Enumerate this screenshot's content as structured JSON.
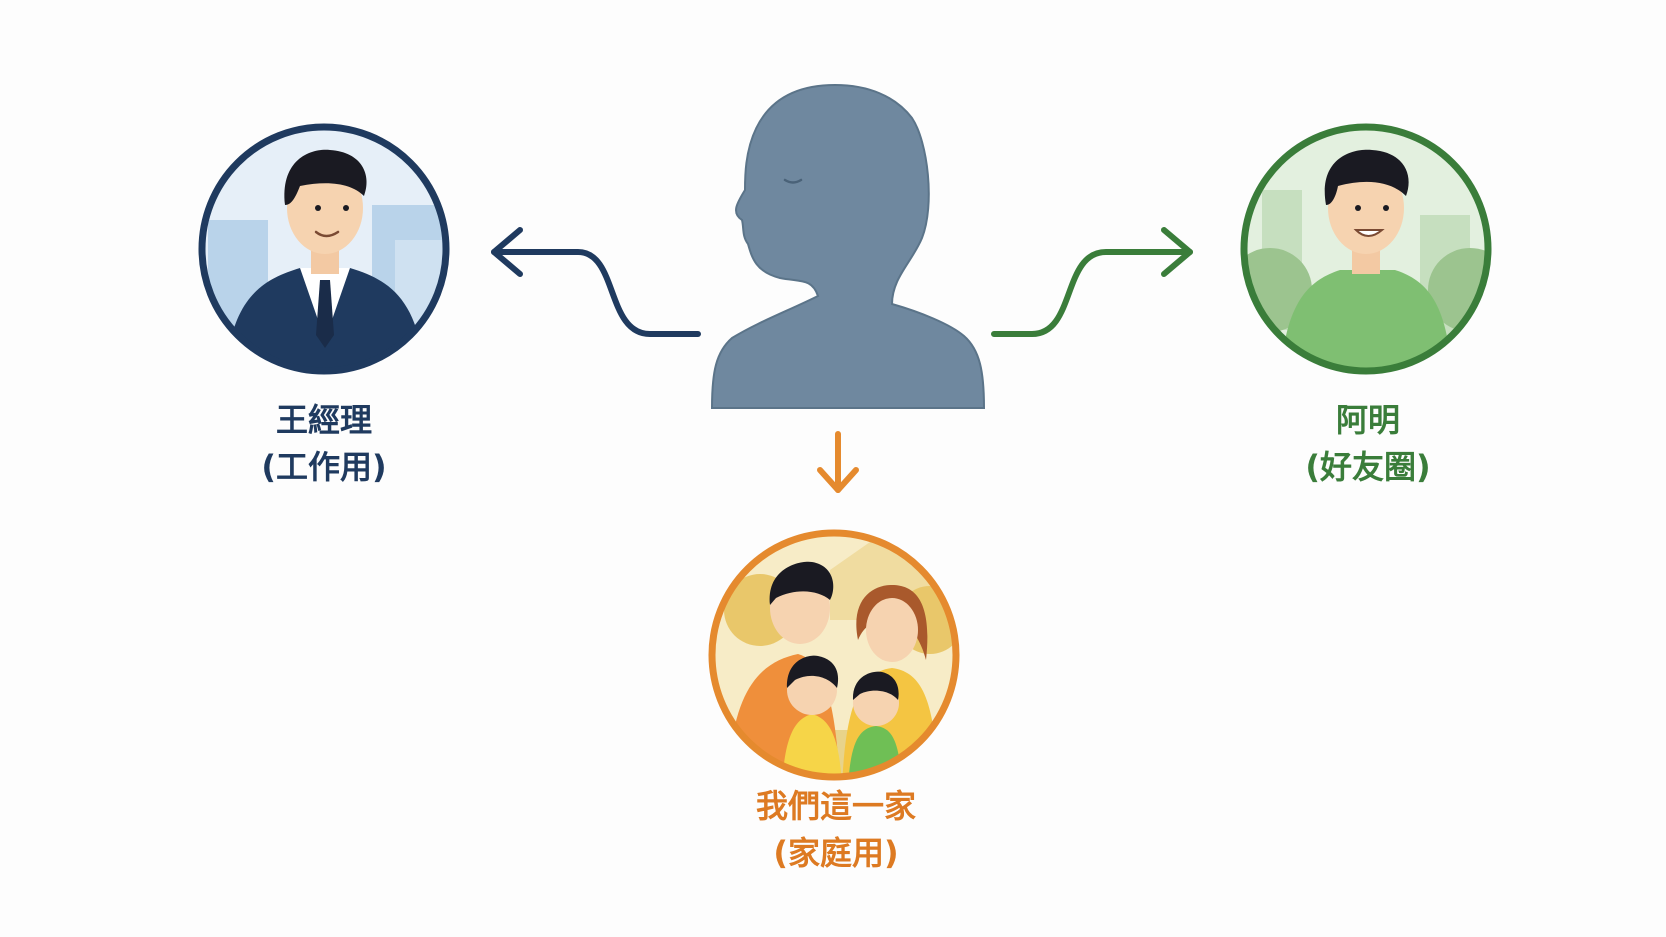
{
  "center": {
    "icon": "person-silhouette-icon"
  },
  "identities": [
    {
      "key": "work",
      "name": "王經理",
      "context": "(工作用)",
      "color": "#1f3a5f",
      "icon": "businessman-avatar-icon"
    },
    {
      "key": "friends",
      "name": "阿明",
      "context": "(好友圈)",
      "color": "#3a7d3a",
      "icon": "casual-man-avatar-icon"
    },
    {
      "key": "family",
      "name": "我們這一家",
      "context": "(家庭用)",
      "color": "#e58a2e",
      "icon": "family-avatar-icon"
    }
  ],
  "colors": {
    "silhouette": "#6f889f",
    "background": "#fdfdfd"
  }
}
